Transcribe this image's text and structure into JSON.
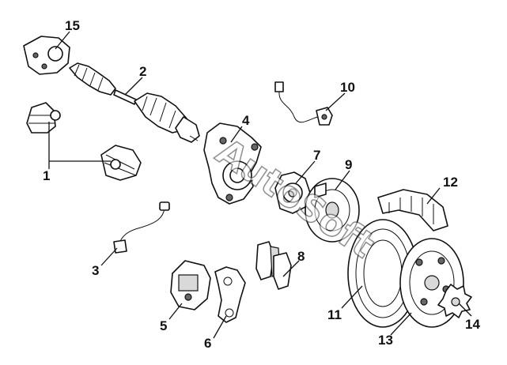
{
  "diagram": {
    "callouts": {
      "c1": "1",
      "c2": "2",
      "c3": "3",
      "c4": "4",
      "c5": "5",
      "c6": "6",
      "c7": "7",
      "c8": "8",
      "c9": "9",
      "c10": "10",
      "c11": "11",
      "c12": "12",
      "c13": "13",
      "c14": "14",
      "c15": "15"
    },
    "watermark": "AutoSoft",
    "colors": {
      "line": "#111111",
      "shade": "#d9d9d9",
      "background": "#ffffff"
    }
  }
}
